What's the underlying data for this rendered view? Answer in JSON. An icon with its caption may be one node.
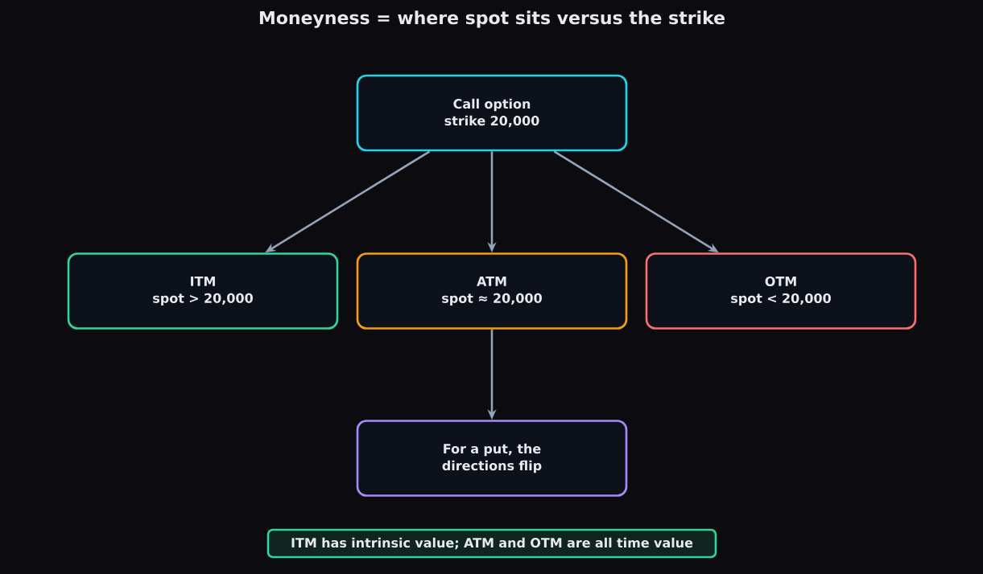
{
  "diagram": {
    "title": "Moneyness = where spot sits versus the strike",
    "nodes": [
      {
        "text": [
          "Call option",
          "strike 20,000"
        ]
      },
      {
        "text": [
          "ITM",
          "spot > 20,000"
        ]
      },
      {
        "text": [
          "ATM",
          "spot ≈ 20,000"
        ]
      },
      {
        "text": [
          "OTM",
          "spot < 20,000"
        ]
      },
      {
        "text": [
          "For a put, the directions flip"
        ]
      },
      {
        "text": [
          "ITM has intrinsic value; ATM and OTM are all time value"
        ]
      }
    ],
    "edges": [
      {
        "from": 0,
        "to": 1,
        "arrow": "to"
      },
      {
        "from": 0,
        "to": 2,
        "arrow": "to"
      },
      {
        "from": 0,
        "to": 3,
        "arrow": "to"
      },
      {
        "from": 2,
        "to": 4,
        "arrow": "to"
      }
    ]
  }
}
